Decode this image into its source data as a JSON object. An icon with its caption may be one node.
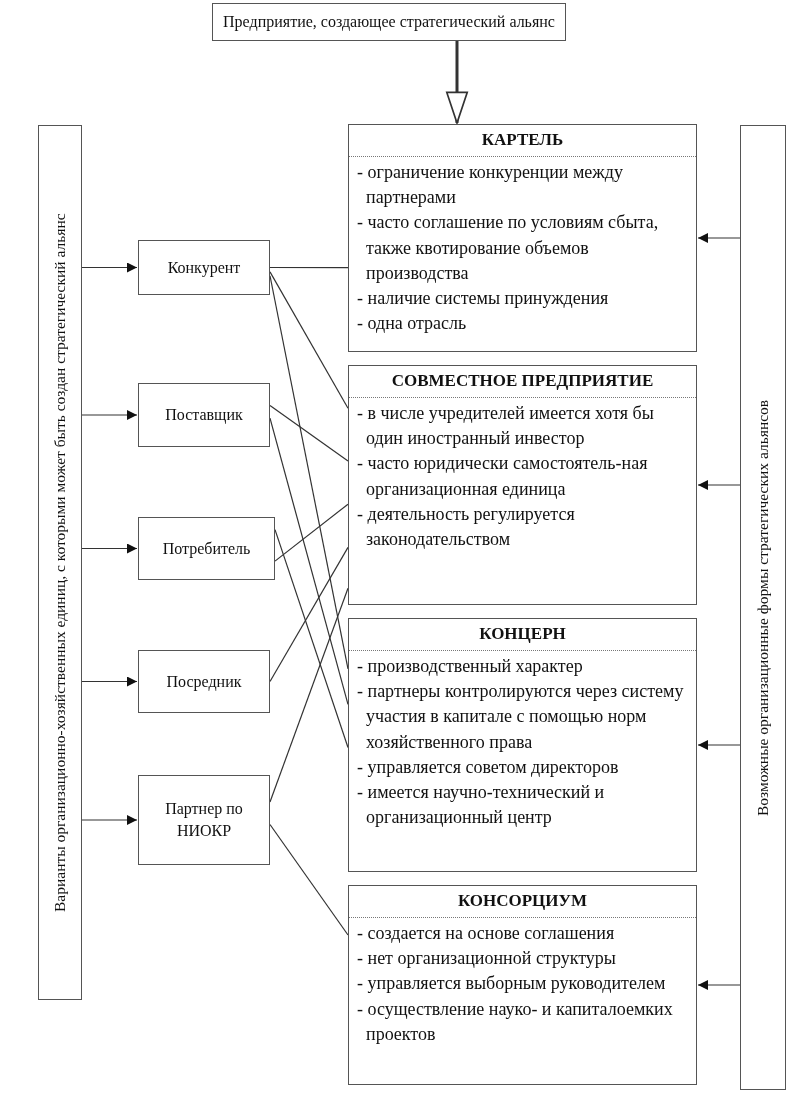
{
  "diagram": {
    "nodes": [
      {
        "text": [
          "Предприятие, создающее стратегический альянс"
        ]
      },
      {
        "text": [
          "Варианты организационно-хозяйственных единиц, с которыми может быть создан стратегический альянс"
        ]
      },
      {
        "text": [
          "Конкурент"
        ]
      },
      {
        "text": [
          "Поставщик"
        ]
      },
      {
        "text": [
          "Потребитель"
        ]
      },
      {
        "text": [
          "Посредник"
        ]
      },
      {
        "text": [
          "Партнер по НИОКР"
        ]
      },
      {
        "text": [
          "КАРТЕЛЬ",
          "- ограничение конкуренции между партнерами",
          "- часто соглашение по условиям сбыта, также квотирование объемов производства",
          "- наличие системы принуждения",
          "- одна отрасль"
        ]
      },
      {
        "text": [
          "СОВМЕСТНОЕ ПРЕДПРИЯТИЕ",
          "- в числе учредителей имеется хотя бы один иностранный инвестор",
          "- часто юридически самостоятель-ная организационная единица",
          "- деятельность регулируется законодательством"
        ]
      },
      {
        "text": [
          "КОНЦЕРН",
          "- производственный характер",
          "- партнеры контролируются через систему участия в капитале с помощью норм хозяйственного права",
          "- управляется советом директоров",
          "- имеется научно-технический и организационный центр"
        ]
      },
      {
        "text": [
          "КОНСОРЦИУМ",
          "- создается на основе соглашения",
          "- нет организационной структуры",
          "- управляется выборным руководителем",
          "- осуществление науко- и капиталоемких проектов"
        ]
      },
      {
        "text": [
          "Возможные организационные формы стратегических альянсов"
        ]
      }
    ],
    "edges": [
      {
        "from": 0,
        "to": 7,
        "arrow": "to",
        "style": "thick"
      },
      {
        "from": 1,
        "to": 2,
        "arrow": "to"
      },
      {
        "from": 1,
        "to": 3,
        "arrow": "to"
      },
      {
        "from": 1,
        "to": 4,
        "arrow": "to"
      },
      {
        "from": 1,
        "to": 5,
        "arrow": "to"
      },
      {
        "from": 1,
        "to": 6,
        "arrow": "to"
      },
      {
        "from": 11,
        "to": 7,
        "arrow": "to"
      },
      {
        "from": 11,
        "to": 8,
        "arrow": "to"
      },
      {
        "from": 11,
        "to": 9,
        "arrow": "to"
      },
      {
        "from": 11,
        "to": 10,
        "arrow": "to"
      },
      {
        "from": 2,
        "to": 7,
        "arrow": "none"
      },
      {
        "from": 2,
        "to": 8,
        "arrow": "none"
      },
      {
        "from": 2,
        "to": 9,
        "arrow": "none"
      },
      {
        "from": 3,
        "to": 8,
        "arrow": "none"
      },
      {
        "from": 3,
        "to": 9,
        "arrow": "none"
      },
      {
        "from": 4,
        "to": 8,
        "arrow": "none"
      },
      {
        "from": 4,
        "to": 9,
        "arrow": "none"
      },
      {
        "from": 5,
        "to": 8,
        "arrow": "none"
      },
      {
        "from": 6,
        "to": 8,
        "arrow": "none"
      },
      {
        "from": 6,
        "to": 10,
        "arrow": "none"
      }
    ]
  }
}
